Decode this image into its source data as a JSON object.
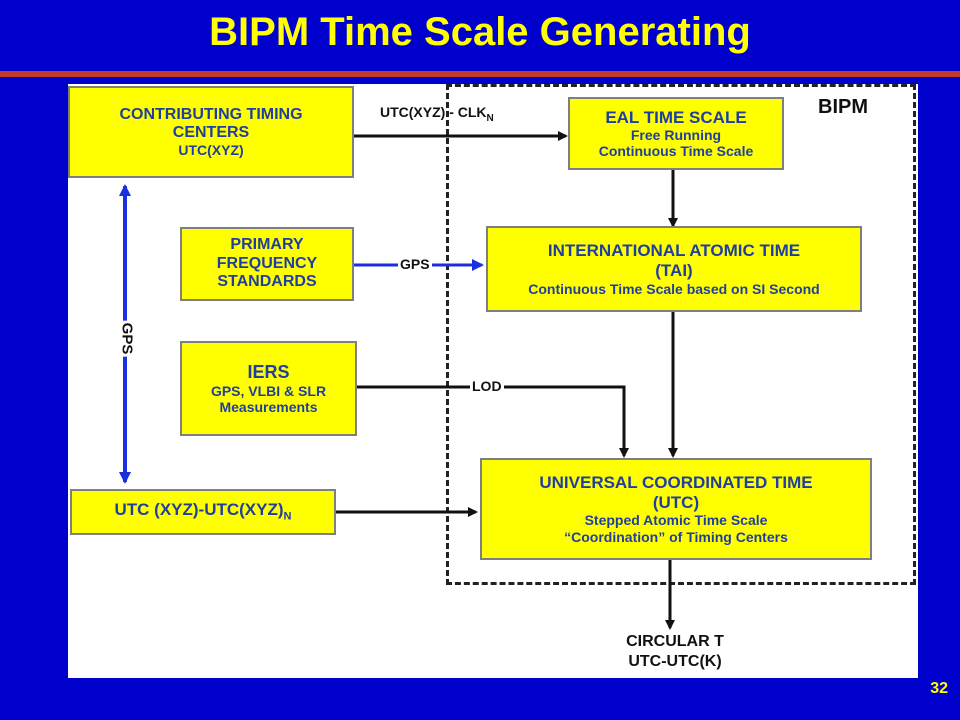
{
  "title": "BIPM Time Scale Generating",
  "bipm_label": "BIPM",
  "page_number": "32",
  "boxes": {
    "contributing": {
      "l1": "CONTRIBUTING TIMING",
      "l2": "CENTERS",
      "l3": "UTC(XYZ)"
    },
    "primary": {
      "l1": "PRIMARY",
      "l2": "FREQUENCY",
      "l3": "STANDARDS"
    },
    "iers": {
      "l1": "IERS",
      "l2": "GPS, VLBI & SLR",
      "l3": "Measurements"
    },
    "utc_diff": {
      "main": "UTC (XYZ)-UTC(XYZ)",
      "sub": "N"
    },
    "eal": {
      "l1": "EAL TIME SCALE",
      "l2": "Free Running",
      "l3": "Continuous Time Scale"
    },
    "tai": {
      "l1": "INTERNATIONAL ATOMIC TIME",
      "l2": "(TAI)",
      "l3": "Continuous Time Scale based on SI Second"
    },
    "utc": {
      "l1": "UNIVERSAL COORDINATED TIME",
      "l2": "(UTC)",
      "l3": "Stepped Atomic Time Scale",
      "l4": "“Coordination” of Timing Centers"
    }
  },
  "edge_labels": {
    "clk_main": "UTC(XYZ) - CLK",
    "clk_sub": "N",
    "gps_h": "GPS",
    "lod": "LOD",
    "gps_v": "GPS"
  },
  "output": {
    "l1": "CIRCULAR T",
    "l2": "UTC-UTC(K)"
  }
}
